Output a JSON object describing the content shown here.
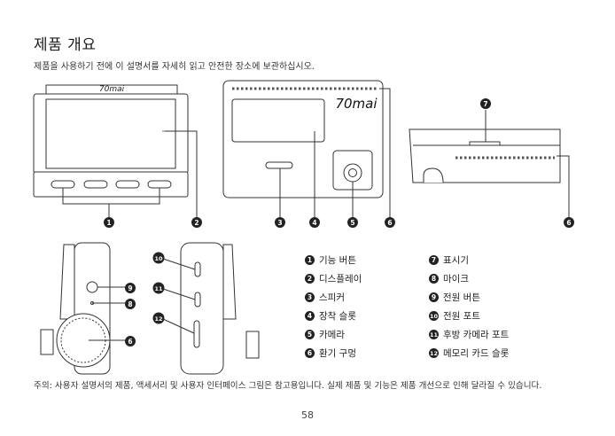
{
  "title": "제품 개요",
  "subtitle": "제품을 사용하기 전에 이 설명서를 자세히 읽고 안전한 장소에 보관하십시오.",
  "brand": "70mai",
  "callout_numbers": [
    "1",
    "2",
    "3",
    "4",
    "5",
    "6",
    "7",
    "8",
    "9",
    "10",
    "11",
    "12"
  ],
  "legend_left": [
    {
      "num": "1",
      "label": "기능 버튼"
    },
    {
      "num": "2",
      "label": "디스플레이"
    },
    {
      "num": "3",
      "label": "스피커"
    },
    {
      "num": "4",
      "label": "장착 슬롯"
    },
    {
      "num": "5",
      "label": "카메라"
    },
    {
      "num": "6",
      "label": "환기 구멍"
    }
  ],
  "legend_right": [
    {
      "num": "7",
      "label": "표시기"
    },
    {
      "num": "8",
      "label": "마이크"
    },
    {
      "num": "9",
      "label": "전원 버튼"
    },
    {
      "num": "10",
      "label": "전원 포트"
    },
    {
      "num": "11",
      "label": "후방 카메라 포트"
    },
    {
      "num": "12",
      "label": "메모리 카드 슬롯"
    }
  ],
  "note": "주의: 사용자 설명서의 제품, 액세서리 및 사용자 인터페이스 그림은 참고용입니다. 실제 제품 및 기능은 제품 개선으로 인해 달라질 수 있습니다.",
  "page_number": "58"
}
